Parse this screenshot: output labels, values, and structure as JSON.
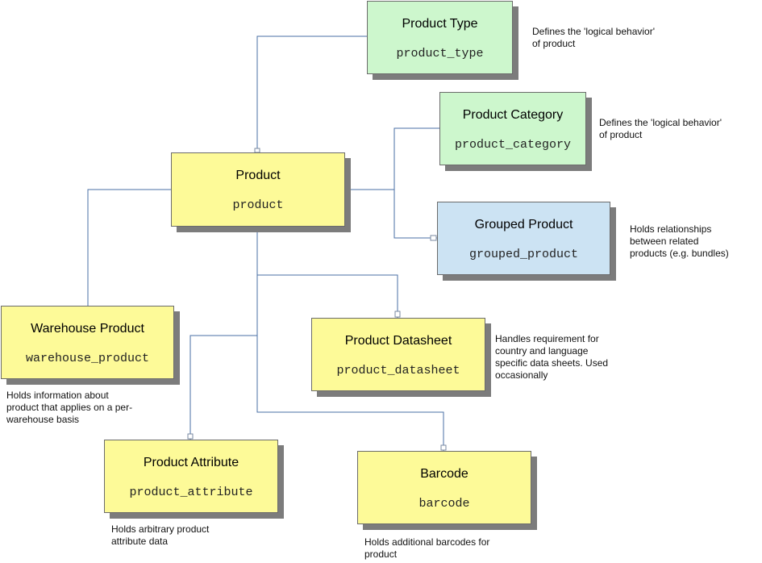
{
  "entities": {
    "product_type": {
      "title": "Product Type",
      "code": "product_type"
    },
    "product_category": {
      "title": "Product Category",
      "code": "product_category"
    },
    "product": {
      "title": "Product",
      "code": "product"
    },
    "grouped_product": {
      "title": "Grouped Product",
      "code": "grouped_product"
    },
    "warehouse_product": {
      "title": "Warehouse Product",
      "code": "warehouse_product"
    },
    "product_datasheet": {
      "title": "Product Datasheet",
      "code": "product_datasheet"
    },
    "product_attribute": {
      "title": "Product Attribute",
      "code": "product_attribute"
    },
    "barcode": {
      "title": "Barcode",
      "code": "barcode"
    }
  },
  "notes": {
    "product_type": "Defines the 'logical behavior'\nof product",
    "product_category": "Defines the 'logical behavior'\nof product",
    "grouped_product": "Holds relationships\nbetween related\nproducts (e.g. bundles)",
    "warehouse_product": "Holds information about\nproduct that applies on a per-\nwarehouse basis",
    "product_datasheet": "Handles requirement for\ncountry and language\nspecific data sheets. Used\noccasionally",
    "product_attribute": "Holds arbitrary product\nattribute data",
    "barcode": "Holds additional barcodes for\nproduct"
  },
  "colors": {
    "connector": "#4a6fa5",
    "entity_core": "#fdfa98",
    "entity_type": "#cdf7cd",
    "entity_grouping": "#cce3f3"
  }
}
